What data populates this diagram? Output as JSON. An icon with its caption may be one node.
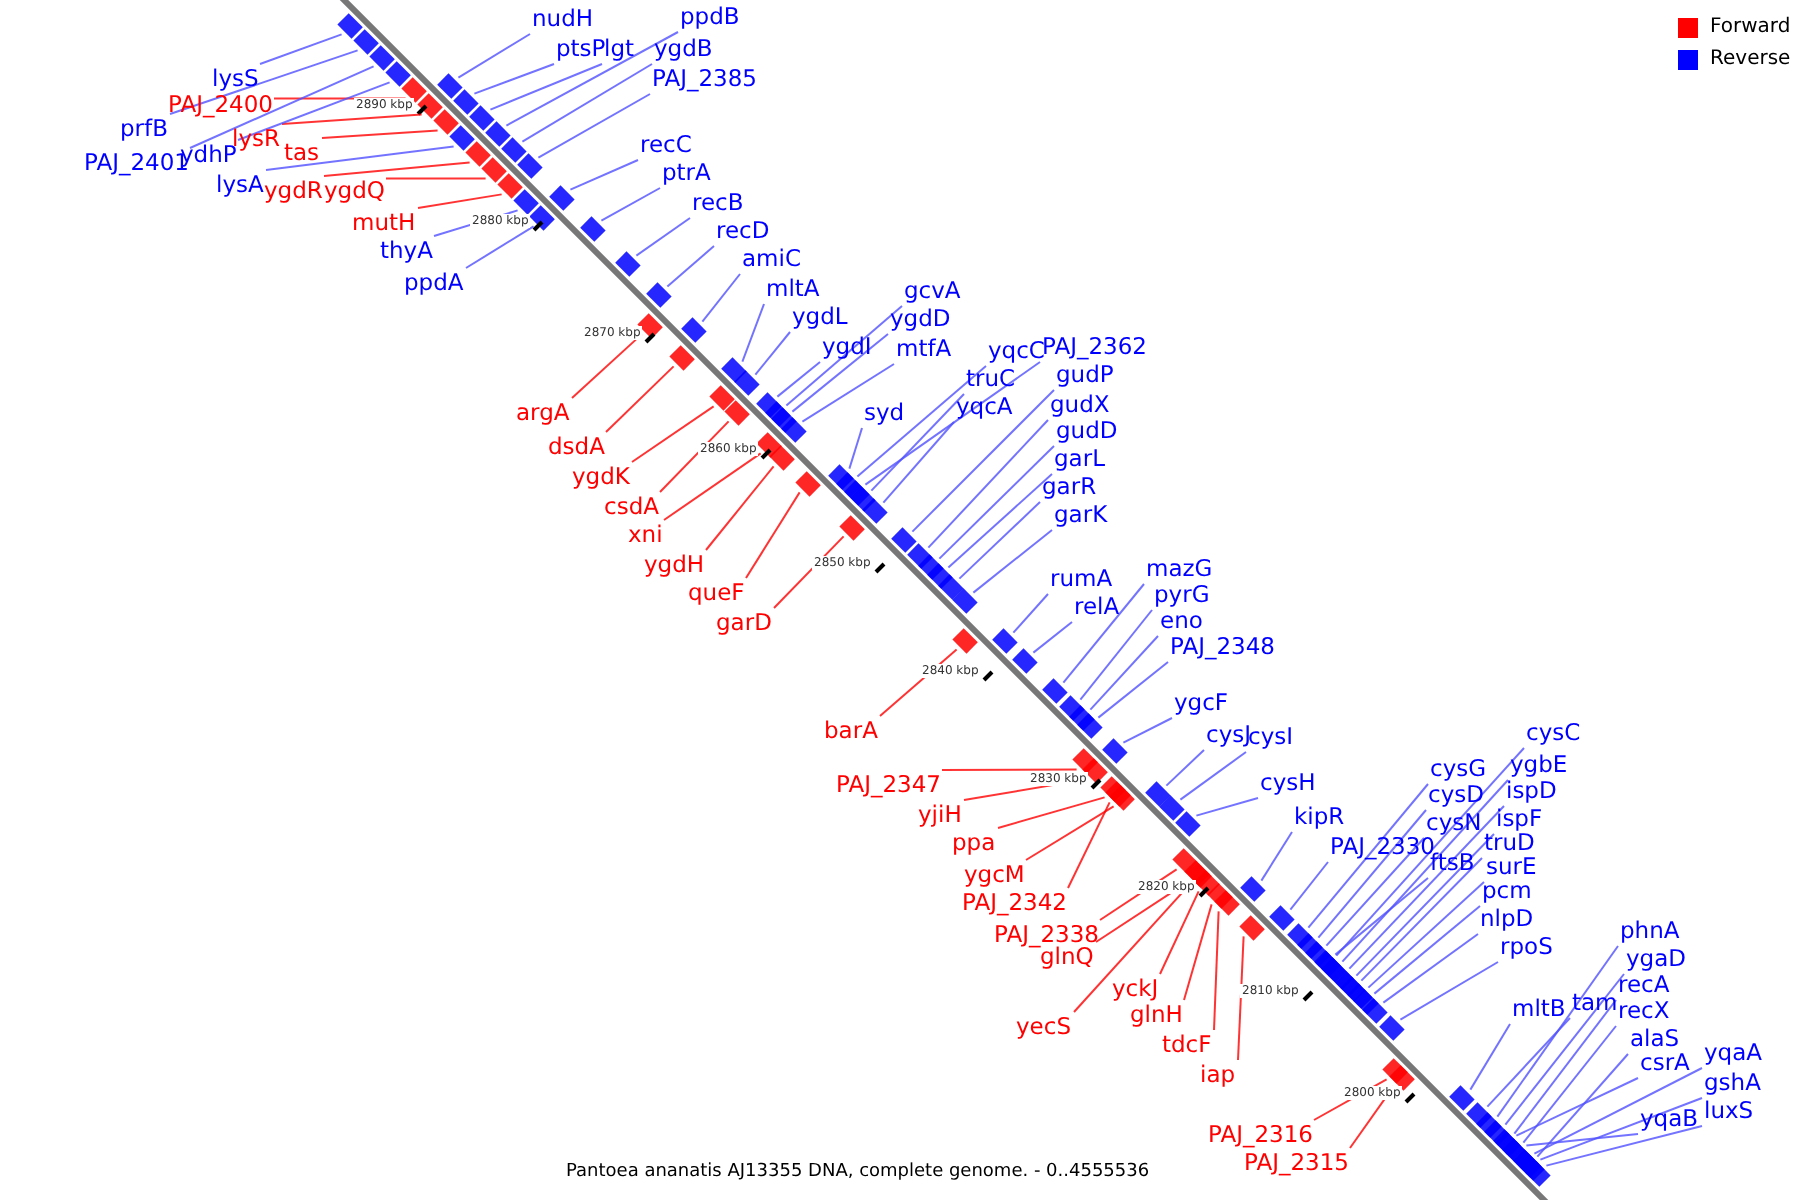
{
  "diagram": {
    "caption": "Pantoea ananatis AJ13355 DNA, complete genome. - 0..4555536",
    "nodes": [
      {
        "text": [
          "nudH"
        ]
      },
      {
        "text": [
          "ptsP"
        ]
      },
      {
        "text": [
          "lgt"
        ]
      },
      {
        "text": [
          "ppdB"
        ]
      },
      {
        "text": [
          "ygdB"
        ]
      },
      {
        "text": [
          "PAJ_2385"
        ]
      },
      {
        "text": [
          "lysS"
        ]
      },
      {
        "text": [
          "PAJ_2400"
        ]
      },
      {
        "text": [
          "prfB"
        ]
      },
      {
        "text": [
          "lysR"
        ]
      },
      {
        "text": [
          "tas"
        ]
      },
      {
        "text": [
          "ydhP"
        ]
      },
      {
        "text": [
          "PAJ_2401"
        ]
      },
      {
        "text": [
          "lysA"
        ]
      },
      {
        "text": [
          "ygdR"
        ]
      },
      {
        "text": [
          "ygdQ"
        ]
      },
      {
        "text": [
          "recC"
        ]
      },
      {
        "text": [
          "ptrA"
        ]
      },
      {
        "text": [
          "mutH"
        ]
      },
      {
        "text": [
          "recB"
        ]
      },
      {
        "text": [
          "thyA"
        ]
      },
      {
        "text": [
          "recD"
        ]
      },
      {
        "text": [
          "ppdA"
        ]
      },
      {
        "text": [
          "amiC"
        ]
      },
      {
        "text": [
          "mltA"
        ]
      },
      {
        "text": [
          "gcvA"
        ]
      },
      {
        "text": [
          "ygdL"
        ]
      },
      {
        "text": [
          "ygdD"
        ]
      },
      {
        "text": [
          "ygdI"
        ]
      },
      {
        "text": [
          "mtfA"
        ]
      },
      {
        "text": [
          "yqcC"
        ]
      },
      {
        "text": [
          "PAJ_2362"
        ]
      },
      {
        "text": [
          "truC"
        ]
      },
      {
        "text": [
          "gudP"
        ]
      },
      {
        "text": [
          "yqcA"
        ]
      },
      {
        "text": [
          "gudX"
        ]
      },
      {
        "text": [
          "argA"
        ]
      },
      {
        "text": [
          "syd"
        ]
      },
      {
        "text": [
          "gudD"
        ]
      },
      {
        "text": [
          "dsdA"
        ]
      },
      {
        "text": [
          "garL"
        ]
      },
      {
        "text": [
          "ygdK"
        ]
      },
      {
        "text": [
          "garR"
        ]
      },
      {
        "text": [
          "csdA"
        ]
      },
      {
        "text": [
          "garK"
        ]
      },
      {
        "text": [
          "xni"
        ]
      },
      {
        "text": [
          "ygdH"
        ]
      },
      {
        "text": [
          "queF"
        ]
      },
      {
        "text": [
          "garD"
        ]
      },
      {
        "text": [
          "mazG"
        ]
      },
      {
        "text": [
          "rumA"
        ]
      },
      {
        "text": [
          "pyrG"
        ]
      },
      {
        "text": [
          "relA"
        ]
      },
      {
        "text": [
          "eno"
        ]
      },
      {
        "text": [
          "PAJ_2348"
        ]
      },
      {
        "text": [
          "ygcF"
        ]
      },
      {
        "text": [
          "barA"
        ]
      },
      {
        "text": [
          "cysJ"
        ]
      },
      {
        "text": [
          "cysI"
        ]
      },
      {
        "text": [
          "cysC"
        ]
      },
      {
        "text": [
          "cysG"
        ]
      },
      {
        "text": [
          "ygbE"
        ]
      },
      {
        "text": [
          "cysH"
        ]
      },
      {
        "text": [
          "PAJ_2347"
        ]
      },
      {
        "text": [
          "cysD"
        ]
      },
      {
        "text": [
          "ispD"
        ]
      },
      {
        "text": [
          "yjiH"
        ]
      },
      {
        "text": [
          "kipR"
        ]
      },
      {
        "text": [
          "cysN"
        ]
      },
      {
        "text": [
          "ispF"
        ]
      },
      {
        "text": [
          "ppa"
        ]
      },
      {
        "text": [
          "PAJ_2330"
        ]
      },
      {
        "text": [
          "truD"
        ]
      },
      {
        "text": [
          "ftsB"
        ]
      },
      {
        "text": [
          "surE"
        ]
      },
      {
        "text": [
          "ygcM"
        ]
      },
      {
        "text": [
          "pcm"
        ]
      },
      {
        "text": [
          "PAJ_2342"
        ]
      },
      {
        "text": [
          "nlpD"
        ]
      },
      {
        "text": [
          "PAJ_2338"
        ]
      },
      {
        "text": [
          "phnA"
        ]
      },
      {
        "text": [
          "rpoS"
        ]
      },
      {
        "text": [
          "glnQ"
        ]
      },
      {
        "text": [
          "ygaD"
        ]
      },
      {
        "text": [
          "recA"
        ]
      },
      {
        "text": [
          "yckJ"
        ]
      },
      {
        "text": [
          "mltB"
        ]
      },
      {
        "text": [
          "tam"
        ]
      },
      {
        "text": [
          "recX"
        ]
      },
      {
        "text": [
          "glnH"
        ]
      },
      {
        "text": [
          "yecS"
        ]
      },
      {
        "text": [
          "alaS"
        ]
      },
      {
        "text": [
          "tdcF"
        ]
      },
      {
        "text": [
          "yqaA"
        ]
      },
      {
        "text": [
          "csrA"
        ]
      },
      {
        "text": [
          "iap"
        ]
      },
      {
        "text": [
          "gshA"
        ]
      },
      {
        "text": [
          "luxS"
        ]
      },
      {
        "text": [
          "yqaB"
        ]
      },
      {
        "text": [
          "PAJ_2316"
        ]
      },
      {
        "text": [
          "PAJ_2315"
        ]
      },
      {
        "text": [],
        "shape": "bar"
      },
      {
        "text": [],
        "shape": "bar"
      },
      {
        "text": [],
        "shape": "bar"
      },
      {
        "text": [],
        "shape": "bar"
      },
      {
        "text": [],
        "shape": "bar"
      },
      {
        "text": [],
        "shape": "bar"
      },
      {
        "text": [],
        "shape": "bar"
      },
      {
        "text": [],
        "shape": "bar"
      },
      {
        "text": [],
        "shape": "bar"
      },
      {
        "text": [],
        "shape": "bar"
      },
      {
        "text": [],
        "shape": "bar"
      },
      {
        "text": [],
        "shape": "bar"
      },
      {
        "text": [],
        "shape": "bar"
      },
      {
        "text": [],
        "shape": "bar"
      },
      {
        "text": [],
        "shape": "bar"
      },
      {
        "text": [],
        "shape": "bar"
      },
      {
        "text": [],
        "shape": "bar"
      },
      {
        "text": [],
        "shape": "bar"
      },
      {
        "text": [],
        "shape": "bar"
      },
      {
        "text": [],
        "shape": "bar"
      },
      {
        "text": [],
        "shape": "bar"
      },
      {
        "text": [],
        "shape": "bar"
      },
      {
        "text": [],
        "shape": "bar"
      },
      {
        "text": [],
        "shape": "bar"
      },
      {
        "text": [],
        "shape": "bar"
      },
      {
        "text": [],
        "shape": "bar"
      },
      {
        "text": [],
        "shape": "bar"
      },
      {
        "text": [],
        "shape": "bar"
      },
      {
        "text": [],
        "shape": "bar"
      },
      {
        "text": [],
        "shape": "bar"
      },
      {
        "text": [],
        "shape": "bar"
      },
      {
        "text": [],
        "shape": "bar"
      },
      {
        "text": [],
        "shape": "bar"
      },
      {
        "text": [],
        "shape": "bar"
      },
      {
        "text": [],
        "shape": "bar"
      },
      {
        "text": [],
        "shape": "bar"
      },
      {
        "text": [],
        "shape": "bar"
      },
      {
        "text": [],
        "shape": "bar"
      },
      {
        "text": [],
        "shape": "bar"
      },
      {
        "text": [],
        "shape": "bar"
      },
      {
        "text": [],
        "shape": "bar"
      },
      {
        "text": [],
        "shape": "bar"
      },
      {
        "text": [],
        "shape": "bar"
      },
      {
        "text": [],
        "shape": "bar"
      },
      {
        "text": [],
        "shape": "bar"
      },
      {
        "text": [],
        "shape": "bar"
      },
      {
        "text": [],
        "shape": "bar"
      },
      {
        "text": [],
        "shape": "bar"
      },
      {
        "text": [],
        "shape": "bar"
      },
      {
        "text": [],
        "shape": "bar"
      },
      {
        "text": [],
        "shape": "bar"
      },
      {
        "text": [],
        "shape": "bar"
      },
      {
        "text": [],
        "shape": "bar"
      },
      {
        "text": [],
        "shape": "bar"
      },
      {
        "text": [],
        "shape": "bar"
      },
      {
        "text": [],
        "shape": "bar"
      },
      {
        "text": [],
        "shape": "bar"
      },
      {
        "text": [],
        "shape": "bar"
      },
      {
        "text": [],
        "shape": "bar"
      },
      {
        "text": [],
        "shape": "bar"
      },
      {
        "text": [],
        "shape": "bar"
      },
      {
        "text": [],
        "shape": "bar"
      },
      {
        "text": [],
        "shape": "bar"
      },
      {
        "text": [],
        "shape": "bar"
      },
      {
        "text": [],
        "shape": "bar"
      },
      {
        "text": [],
        "shape": "bar"
      },
      {
        "text": [],
        "shape": "bar"
      },
      {
        "text": [],
        "shape": "bar"
      },
      {
        "text": [],
        "shape": "bar"
      },
      {
        "text": [],
        "shape": "bar"
      },
      {
        "text": [],
        "shape": "bar"
      },
      {
        "text": [],
        "shape": "bar"
      },
      {
        "text": [],
        "shape": "bar"
      },
      {
        "text": [],
        "shape": "bar"
      },
      {
        "text": [],
        "shape": "bar"
      },
      {
        "text": [],
        "shape": "bar"
      },
      {
        "text": [],
        "shape": "bar"
      },
      {
        "text": [],
        "shape": "bar"
      },
      {
        "text": [],
        "shape": "bar"
      },
      {
        "text": [],
        "shape": "bar"
      },
      {
        "text": [],
        "shape": "bar"
      },
      {
        "text": [],
        "shape": "bar"
      },
      {
        "text": [],
        "shape": "bar"
      },
      {
        "text": [],
        "shape": "bar"
      },
      {
        "text": [],
        "shape": "bar"
      },
      {
        "text": [],
        "shape": "bar"
      },
      {
        "text": [],
        "shape": "bar"
      },
      {
        "text": [],
        "shape": "bar"
      },
      {
        "text": [],
        "shape": "bar"
      },
      {
        "text": [],
        "shape": "bar"
      },
      {
        "text": [],
        "shape": "bar"
      },
      {
        "text": [],
        "shape": "bar"
      },
      {
        "text": [],
        "shape": "bar"
      },
      {
        "text": [],
        "shape": "bar"
      },
      {
        "text": [],
        "shape": "bar"
      },
      {
        "text": [],
        "shape": "bar"
      },
      {
        "text": [],
        "shape": "bar"
      },
      {
        "text": [],
        "shape": "bar"
      },
      {
        "text": [],
        "shape": "bar"
      },
      {
        "text": [],
        "shape": "bar"
      },
      {
        "text": [],
        "shape": "bar"
      }
    ],
    "edges": [
      {
        "from": 0,
        "to": 101,
        "arrow": "none"
      },
      {
        "from": 1,
        "to": 102,
        "arrow": "none"
      },
      {
        "from": 2,
        "to": 103,
        "arrow": "none"
      },
      {
        "from": 3,
        "to": 104,
        "arrow": "none"
      },
      {
        "from": 4,
        "to": 105,
        "arrow": "none"
      },
      {
        "from": 5,
        "to": 106,
        "arrow": "none"
      },
      {
        "from": 6,
        "to": 107,
        "arrow": "none"
      },
      {
        "from": 7,
        "to": 108,
        "arrow": "none",
        "color": "#ff0000"
      },
      {
        "from": 8,
        "to": 109,
        "arrow": "none"
      },
      {
        "from": 9,
        "to": 110,
        "arrow": "none",
        "color": "#ff0000"
      },
      {
        "from": 10,
        "to": 111,
        "arrow": "none",
        "color": "#ff0000"
      },
      {
        "from": 11,
        "to": 112,
        "arrow": "none"
      },
      {
        "from": 12,
        "to": 113,
        "arrow": "none"
      },
      {
        "from": 13,
        "to": 114,
        "arrow": "none"
      },
      {
        "from": 14,
        "to": 115,
        "arrow": "none",
        "color": "#ff0000"
      },
      {
        "from": 15,
        "to": 116,
        "arrow": "none",
        "color": "#ff0000"
      },
      {
        "from": 16,
        "to": 117,
        "arrow": "none"
      },
      {
        "from": 17,
        "to": 118,
        "arrow": "none"
      },
      {
        "from": 18,
        "to": 119,
        "arrow": "none",
        "color": "#ff0000"
      },
      {
        "from": 19,
        "to": 120,
        "arrow": "none"
      },
      {
        "from": 20,
        "to": 121,
        "arrow": "none"
      },
      {
        "from": 21,
        "to": 122,
        "arrow": "none"
      },
      {
        "from": 22,
        "to": 123,
        "arrow": "none"
      },
      {
        "from": 23,
        "to": 124,
        "arrow": "none"
      },
      {
        "from": 24,
        "to": 125,
        "arrow": "none"
      },
      {
        "from": 25,
        "to": 126,
        "arrow": "none"
      },
      {
        "from": 26,
        "to": 127,
        "arrow": "none"
      },
      {
        "from": 27,
        "to": 128,
        "arrow": "none"
      },
      {
        "from": 28,
        "to": 129,
        "arrow": "none"
      },
      {
        "from": 29,
        "to": 130,
        "arrow": "none"
      },
      {
        "from": 30,
        "to": 131,
        "arrow": "none"
      },
      {
        "from": 31,
        "to": 132,
        "arrow": "none"
      },
      {
        "from": 32,
        "to": 133,
        "arrow": "none"
      },
      {
        "from": 33,
        "to": 134,
        "arrow": "none"
      },
      {
        "from": 34,
        "to": 135,
        "arrow": "none"
      },
      {
        "from": 35,
        "to": 136,
        "arrow": "none"
      },
      {
        "from": 36,
        "to": 137,
        "arrow": "none",
        "color": "#ff0000"
      },
      {
        "from": 37,
        "to": 138,
        "arrow": "none"
      },
      {
        "from": 38,
        "to": 139,
        "arrow": "none"
      },
      {
        "from": 39,
        "to": 140,
        "arrow": "none",
        "color": "#ff0000"
      },
      {
        "from": 40,
        "to": 141,
        "arrow": "none"
      },
      {
        "from": 41,
        "to": 142,
        "arrow": "none",
        "color": "#ff0000"
      },
      {
        "from": 42,
        "to": 143,
        "arrow": "none"
      },
      {
        "from": 43,
        "to": 144,
        "arrow": "none",
        "color": "#ff0000"
      },
      {
        "from": 44,
        "to": 145,
        "arrow": "none"
      },
      {
        "from": 45,
        "to": 146,
        "arrow": "none",
        "color": "#ff0000"
      },
      {
        "from": 46,
        "to": 147,
        "arrow": "none",
        "color": "#ff0000"
      },
      {
        "from": 47,
        "to": 148,
        "arrow": "none",
        "color": "#ff0000"
      },
      {
        "from": 48,
        "to": 149,
        "arrow": "none",
        "color": "#ff0000"
      },
      {
        "from": 49,
        "to": 150,
        "arrow": "none"
      },
      {
        "from": 50,
        "to": 151,
        "arrow": "none"
      },
      {
        "from": 51,
        "to": 152,
        "arrow": "none"
      },
      {
        "from": 52,
        "to": 153,
        "arrow": "none"
      },
      {
        "from": 53,
        "to": 154,
        "arrow": "none"
      },
      {
        "from": 54,
        "to": 155,
        "arrow": "none"
      },
      {
        "from": 55,
        "to": 156,
        "arrow": "none"
      },
      {
        "from": 56,
        "to": 157,
        "arrow": "none",
        "color": "#ff0000"
      },
      {
        "from": 57,
        "to": 158,
        "arrow": "none"
      },
      {
        "from": 58,
        "to": 159,
        "arrow": "none"
      },
      {
        "from": 59,
        "to": 160,
        "arrow": "none"
      },
      {
        "from": 60,
        "to": 161,
        "arrow": "none"
      },
      {
        "from": 61,
        "to": 162,
        "arrow": "none"
      },
      {
        "from": 62,
        "to": 163,
        "arrow": "none"
      },
      {
        "from": 63,
        "to": 164,
        "arrow": "none",
        "color": "#ff0000"
      },
      {
        "from": 64,
        "to": 165,
        "arrow": "none"
      },
      {
        "from": 65,
        "to": 166,
        "arrow": "none"
      },
      {
        "from": 66,
        "to": 167,
        "arrow": "none",
        "color": "#ff0000"
      },
      {
        "from": 67,
        "to": 168,
        "arrow": "none"
      },
      {
        "from": 68,
        "to": 169,
        "arrow": "none"
      },
      {
        "from": 69,
        "to": 170,
        "arrow": "none"
      },
      {
        "from": 70,
        "to": 171,
        "arrow": "none",
        "color": "#ff0000"
      },
      {
        "from": 71,
        "to": 172,
        "arrow": "none"
      },
      {
        "from": 72,
        "to": 173,
        "arrow": "none"
      },
      {
        "from": 73,
        "to": 174,
        "arrow": "none"
      },
      {
        "from": 74,
        "to": 175,
        "arrow": "none"
      },
      {
        "from": 75,
        "to": 176,
        "arrow": "none",
        "color": "#ff0000"
      },
      {
        "from": 76,
        "to": 177,
        "arrow": "none"
      },
      {
        "from": 77,
        "to": 178,
        "arrow": "none",
        "color": "#ff0000"
      },
      {
        "from": 78,
        "to": 179,
        "arrow": "none"
      },
      {
        "from": 79,
        "to": 180,
        "arrow": "none",
        "color": "#ff0000"
      },
      {
        "from": 80,
        "to": 181,
        "arrow": "none"
      },
      {
        "from": 81,
        "to": 182,
        "arrow": "none"
      },
      {
        "from": 82,
        "to": 183,
        "arrow": "none",
        "color": "#ff0000"
      },
      {
        "from": 83,
        "to": 184,
        "arrow": "none"
      },
      {
        "from": 84,
        "to": 185,
        "arrow": "none"
      },
      {
        "from": 85,
        "to": 186,
        "arrow": "none",
        "color": "#ff0000"
      },
      {
        "from": 86,
        "to": 187,
        "arrow": "none"
      },
      {
        "from": 87,
        "to": 188,
        "arrow": "none"
      },
      {
        "from": 88,
        "to": 189,
        "arrow": "none"
      },
      {
        "from": 89,
        "to": 190,
        "arrow": "none",
        "color": "#ff0000"
      },
      {
        "from": 90,
        "to": 191,
        "arrow": "none",
        "color": "#ff0000"
      },
      {
        "from": 91,
        "to": 192,
        "arrow": "none"
      },
      {
        "from": 92,
        "to": 193,
        "arrow": "none",
        "color": "#ff0000"
      },
      {
        "from": 93,
        "to": 194,
        "arrow": "none"
      },
      {
        "from": 94,
        "to": 195,
        "arrow": "none"
      },
      {
        "from": 95,
        "to": 196,
        "arrow": "none",
        "color": "#ff0000"
      },
      {
        "from": 96,
        "to": 197,
        "arrow": "none"
      },
      {
        "from": 97,
        "to": 198,
        "arrow": "none"
      },
      {
        "from": 98,
        "to": 199,
        "arrow": "none"
      },
      {
        "from": 99,
        "to": 200,
        "arrow": "none",
        "color": "#ff0000"
      },
      {
        "from": 100,
        "to": 201,
        "arrow": "none",
        "color": "#ff0000"
      }
    ],
    "labels": [
      "2890 kbp",
      "2880 kbp",
      "2870 kbp",
      "2860 kbp",
      "2850 kbp",
      "2840 kbp",
      "2830 kbp",
      "2820 kbp",
      "2810 kbp",
      "2800 kbp"
    ],
    "legend": [
      {
        "text": "Forward",
        "color": "#ff0000"
      },
      {
        "text": "Reverse",
        "color": "#0000ff"
      }
    ]
  }
}
